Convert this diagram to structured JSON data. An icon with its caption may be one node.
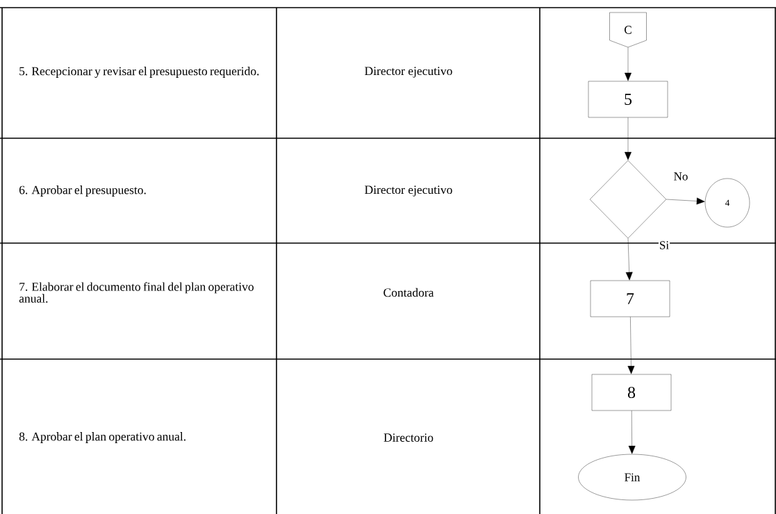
{
  "diagram": {
    "nodes": [
      {
        "text": [
          "C"
        ]
      },
      {
        "text": [
          "5"
        ]
      },
      {
        "text": [],
        "shape": "diamond"
      },
      {
        "text": [
          "4"
        ]
      },
      {
        "text": [
          "7"
        ]
      },
      {
        "text": [
          "8"
        ]
      },
      {
        "text": [
          "Fin"
        ]
      }
    ],
    "edges": [
      {
        "from": 0,
        "to": 1,
        "arrow": "to"
      },
      {
        "from": 1,
        "to": 2,
        "arrow": "to"
      },
      {
        "from": 2,
        "to": 3,
        "arrow": "to",
        "label": "No"
      },
      {
        "from": 2,
        "to": 4,
        "arrow": "to",
        "label": "Si"
      },
      {
        "from": 4,
        "to": 5,
        "arrow": "to"
      },
      {
        "from": 5,
        "to": 6,
        "arrow": "to"
      }
    ],
    "labels": [
      "5. Recepcionar y revisar el presupuesto requerido.",
      "Director ejecutivo",
      "6. Aprobar el presupuesto.",
      "Director ejecutivo",
      "7. Elaborar el documento final del plan operativo anual.",
      "Contadora",
      "8. Aprobar el plan operativo anual.",
      "Directorio"
    ]
  }
}
